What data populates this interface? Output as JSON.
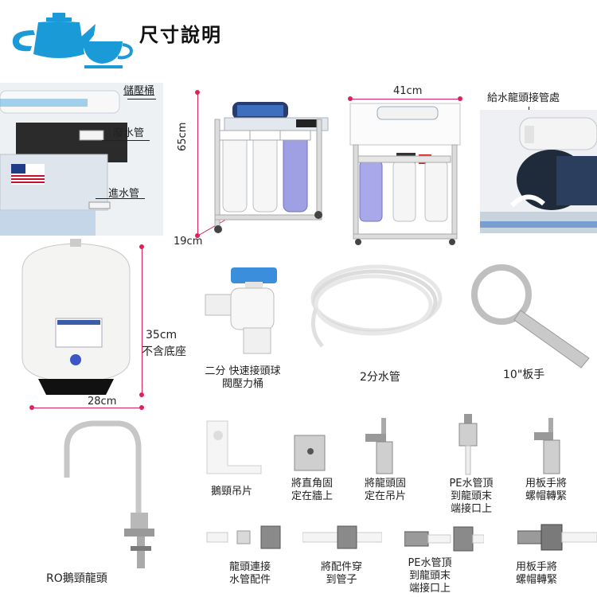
{
  "header": {
    "title": "尺寸說明",
    "logo_icon": "teapot-cup-icon",
    "logo_color": "#1a9ad6"
  },
  "accent_color": "#d8245a",
  "panels": {
    "tank_closeup": {
      "label_pressure_tank": "儲壓桶",
      "label_waste_pipe": "廢水管",
      "label_inlet_pipe": "進水管"
    },
    "unit_side": {
      "height_label": "65cm",
      "depth_label": "19cm"
    },
    "unit_front": {
      "width_label": "41cm"
    },
    "faucet_connector": {
      "label": "給水龍頭接管處"
    },
    "tank": {
      "height_label": "35cm",
      "height_note": "不含底座",
      "width_label": "28cm"
    }
  },
  "accessories": [
    {
      "label": "二分 快速接頭球\n閥壓力桶",
      "icon": "ball-valve-icon"
    },
    {
      "label": "2分水管",
      "icon": "coiled-tube-icon"
    },
    {
      "label": "10\"板手",
      "icon": "wrench-icon"
    }
  ],
  "install_steps_top": [
    {
      "label": "鵝頸吊片",
      "icon": "mounting-bracket-icon"
    },
    {
      "label": "將直角固\n定在牆上",
      "icon": "wall-bracket-icon"
    },
    {
      "label": "將龍頭固\n定在吊片",
      "icon": "faucet-on-bracket-icon"
    },
    {
      "label": "PE水管頂\n到龍頭末\n端接口上",
      "icon": "faucet-pipe-icon"
    },
    {
      "label": "用板手將\n螺帽轉緊",
      "icon": "faucet-nut-icon"
    }
  ],
  "install_steps_bottom": [
    {
      "label": "龍頭連接\n水管配件",
      "icon": "fittings-icon"
    },
    {
      "label": "將配件穿\n到管子",
      "icon": "fitting-on-tube-icon"
    },
    {
      "label": "PE水管頂\n到龍頭末\n端接口上",
      "icon": "tube-into-faucet-icon"
    },
    {
      "label": "用板手將\n螺帽轉緊",
      "icon": "tightened-nut-icon"
    }
  ],
  "faucet": {
    "label": "RO鵝頸龍頭",
    "icon": "gooseneck-faucet-icon"
  }
}
